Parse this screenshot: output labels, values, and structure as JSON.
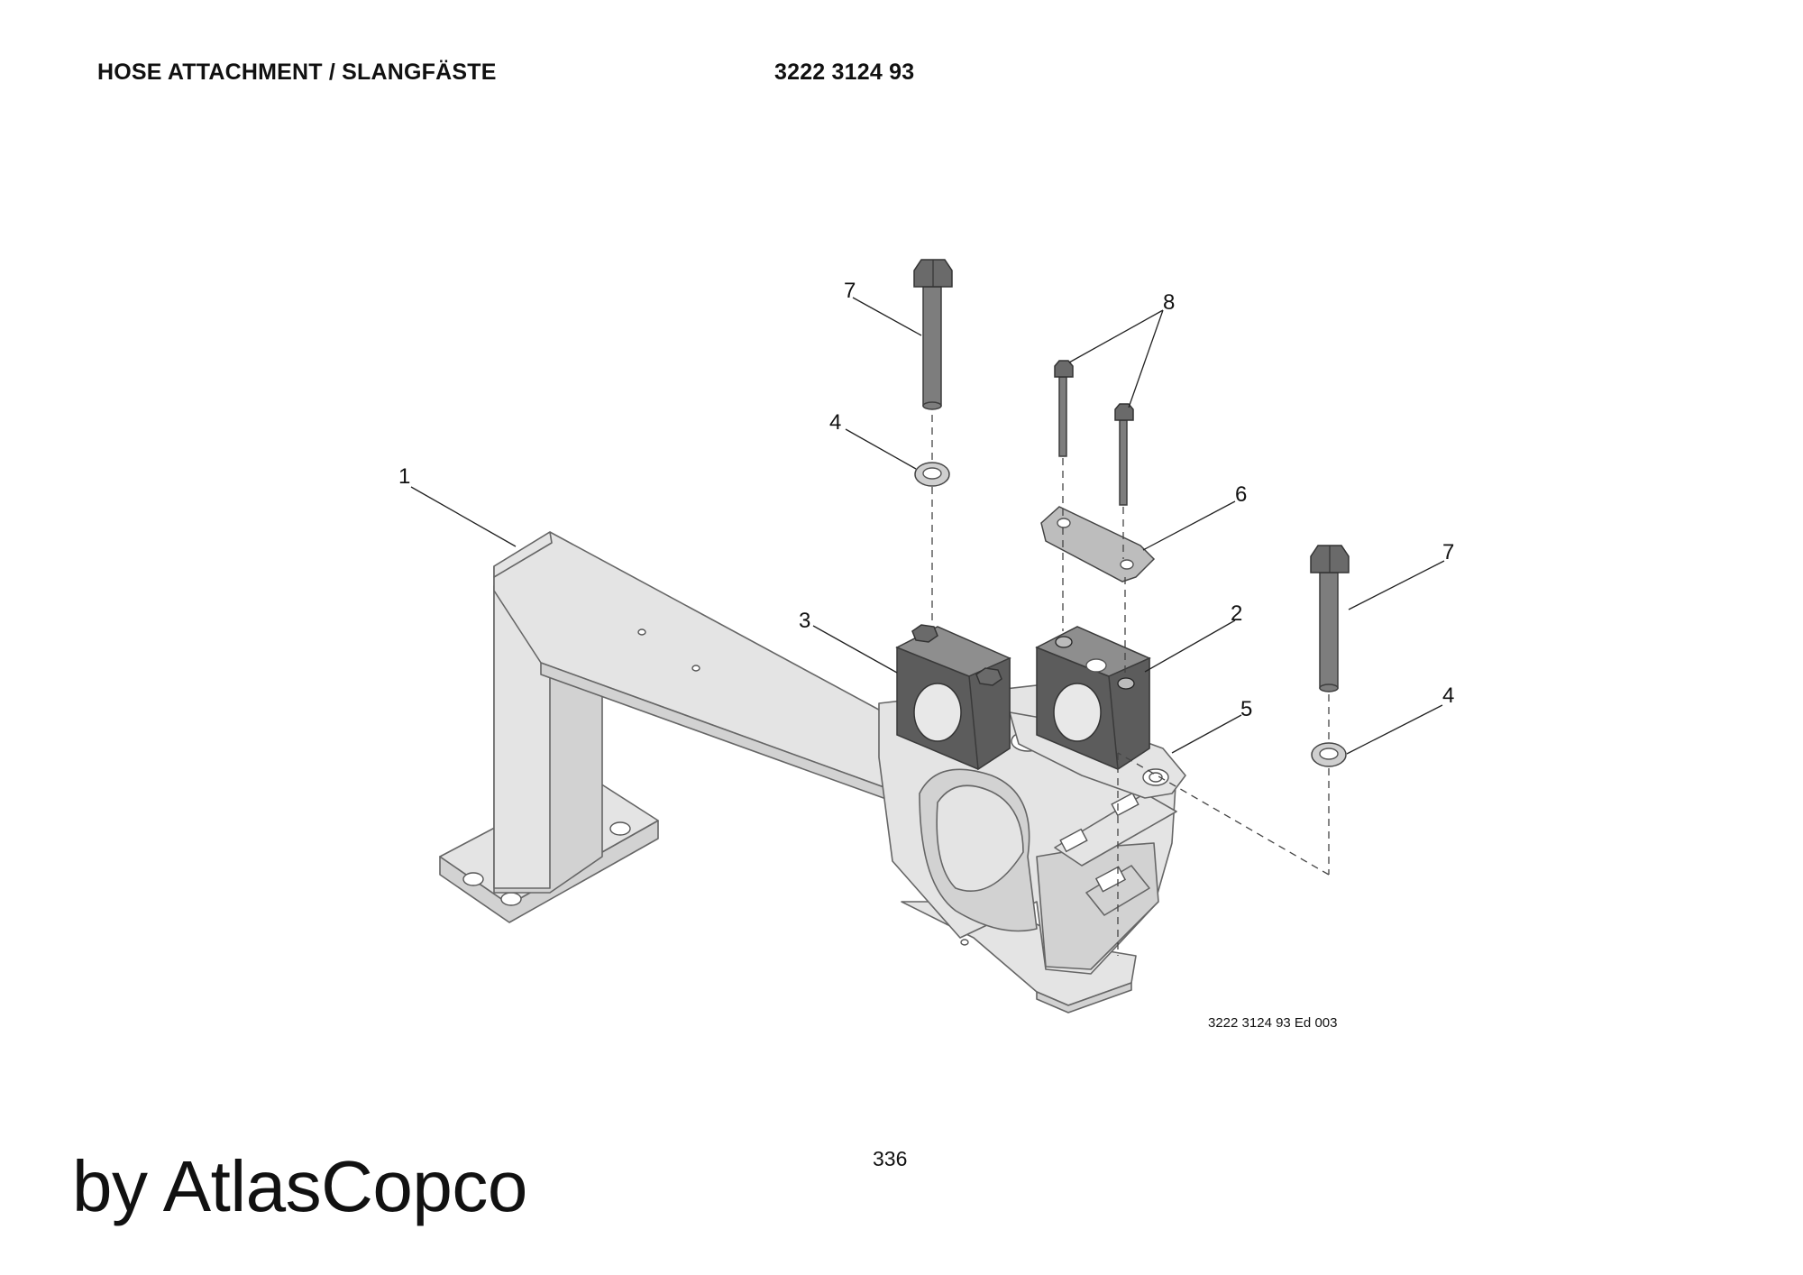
{
  "header": {
    "title": "HOSE ATTACHMENT / SLANGFÄSTE",
    "part_number": "3222 3124 93"
  },
  "callouts": [
    "1",
    "2",
    "3",
    "4",
    "4",
    "5",
    "6",
    "7",
    "7",
    "8"
  ],
  "drawing_reference": "3222 3124 93 Ed 003",
  "page_number": "336",
  "watermark": "by AtlasCopco"
}
